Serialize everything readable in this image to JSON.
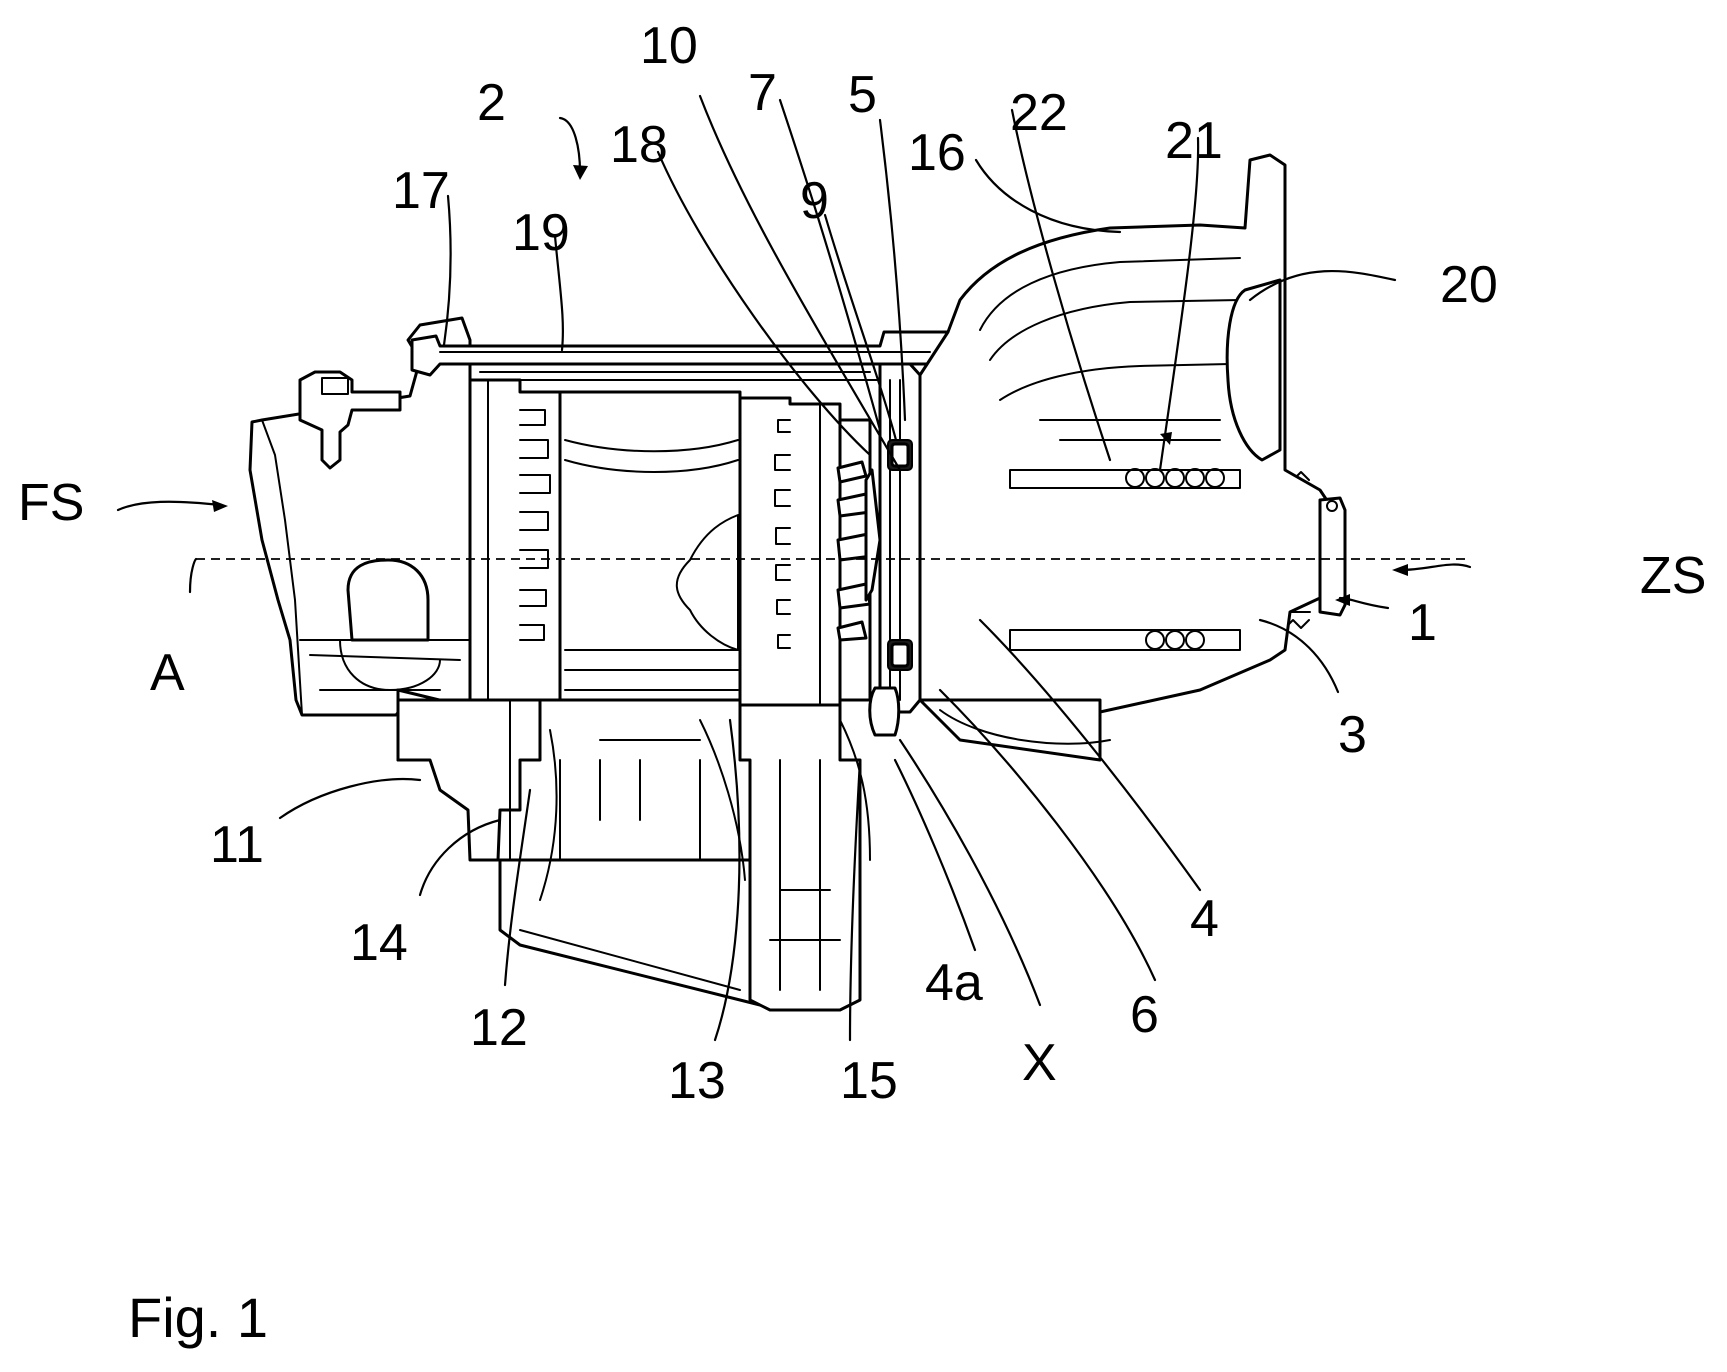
{
  "figure": {
    "caption": "Fig. 1"
  },
  "labels": {
    "l1": "1",
    "l2": "2",
    "l3": "3",
    "l4": "4",
    "l4a": "4a",
    "l5": "5",
    "l6": "6",
    "l7": "7",
    "l9": "9",
    "l10": "10",
    "l11": "11",
    "l12": "12",
    "l13": "13",
    "l14": "14",
    "l15": "15",
    "l16": "16",
    "l17": "17",
    "l18": "18",
    "l19": "19",
    "l20": "20",
    "l21": "21",
    "l22": "22",
    "fs": "FS",
    "zs": "ZS",
    "a": "A",
    "x": "X"
  }
}
